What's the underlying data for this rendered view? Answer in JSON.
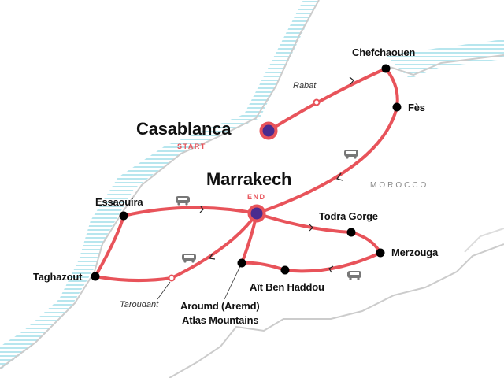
{
  "map": {
    "country_label": "MOROCCO",
    "colors": {
      "route": "#e8535a",
      "stop": "#000000",
      "endpoint": "#4a2c8f",
      "water": "#9fdde8",
      "border": "#cccccc"
    },
    "start": {
      "name": "Casablanca",
      "tag": "START"
    },
    "end": {
      "name": "Marrakech",
      "tag": "END"
    },
    "stops": [
      "Chefchaouen",
      "Fès",
      "Essaouira",
      "Taghazout",
      "Todra Gorge",
      "Merzouga",
      "Aït Ben Haddou"
    ],
    "aroumd": {
      "line1": "Aroumd (Aremd)",
      "line2": "Atlas Mountains"
    },
    "waypoints": [
      "Rabat",
      "Taroudant"
    ],
    "transport_icon": "bus-icon"
  }
}
